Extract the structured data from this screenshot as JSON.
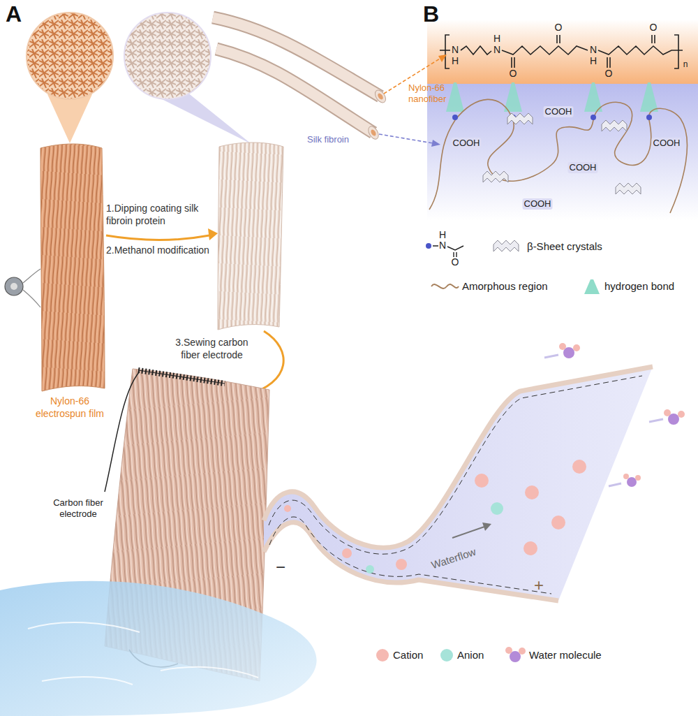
{
  "diagram": {
    "labels": [
      "A",
      "Nylon-66 nanofiber",
      "Silk fibroin",
      "B",
      "N",
      "H",
      "H",
      "N",
      "O",
      "O",
      "N",
      "H",
      "O",
      "O",
      "n",
      "COOH",
      "COOH",
      "COOH",
      "COOH",
      "COOH",
      "H",
      "N",
      "O",
      "Nylon-66 electrospun film",
      "1.Dipping coating silk fibroin protein",
      "2.Methanol modification",
      "3.Sewing carbon fiber electrode",
      "Carbon fiber electrode",
      "−",
      "Waterflow",
      "+"
    ],
    "legend": [
      {
        "text": "β-Sheet crystals"
      },
      {
        "text": "Amorphous region"
      },
      {
        "text": "hydrogen bond"
      },
      {
        "text": "Cation",
        "color": "#f5b9b2"
      },
      {
        "text": "Anion",
        "color": "#a6e3d9"
      },
      {
        "text": "Water molecule"
      }
    ]
  }
}
